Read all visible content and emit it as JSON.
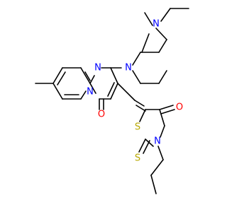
{
  "molecule": {
    "atoms": {
      "n_ring_top": "N",
      "n_ring_fused": "N",
      "n_piperazine_1": "N",
      "n_piperazine_2": "N",
      "o_pyrimidinone": "O",
      "o_thiazolidinone": "O",
      "s_ring": "S",
      "s_thione": "S",
      "n_thiazolidine": "N"
    },
    "colors": {
      "bond": "#000000",
      "nitrogen": "#0000ff",
      "oxygen": "#ff0000",
      "sulfur": "#b8a800"
    }
  }
}
